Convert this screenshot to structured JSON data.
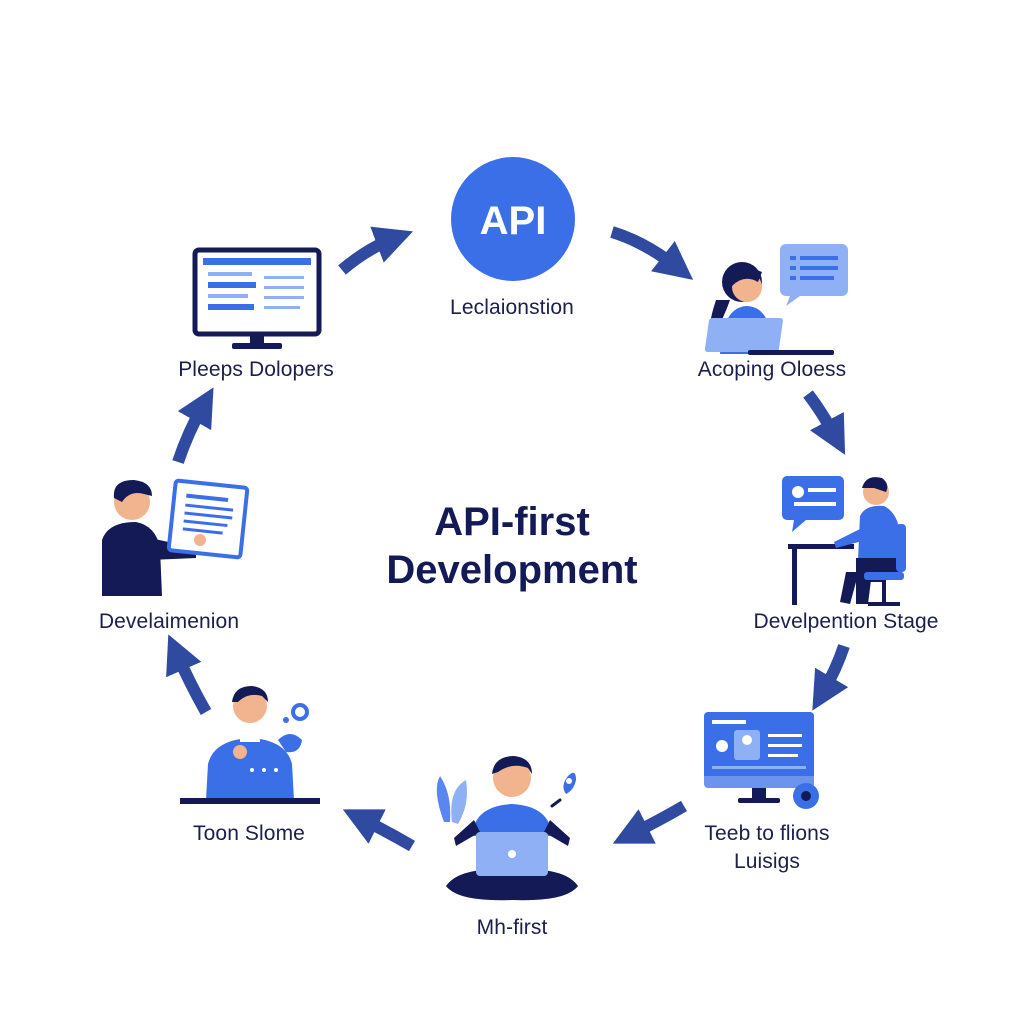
{
  "center": {
    "line1": "API-first",
    "line2": "Development"
  },
  "badge": {
    "text": "API"
  },
  "nodes": [
    {
      "label": "Leclaionstion"
    },
    {
      "label": "Acoping Oloess"
    },
    {
      "label": "Develpention Stage"
    },
    {
      "label": "Teeb to flions",
      "label2": "Luisigs"
    },
    {
      "label": "Mh-first"
    },
    {
      "label": "Toon Slome"
    },
    {
      "label": "Develaimenion"
    },
    {
      "label": "Pleeps Dolopers"
    }
  ],
  "colors": {
    "accent": "#3b6fe8",
    "dark": "#131a55",
    "arrow": "#2f4a9e",
    "skin": "#f2b48f",
    "light_blue": "#8fb0f5"
  },
  "icons": {
    "api": "api-circle-icon",
    "monitor": "monitor-icon",
    "woman_laptop": "woman-laptop-icon",
    "desk_worker": "desk-worker-icon",
    "dashboard": "dashboard-monitor-icon",
    "meditating": "meditating-dev-icon",
    "tester": "tester-icon",
    "presenter": "presenter-icon"
  }
}
